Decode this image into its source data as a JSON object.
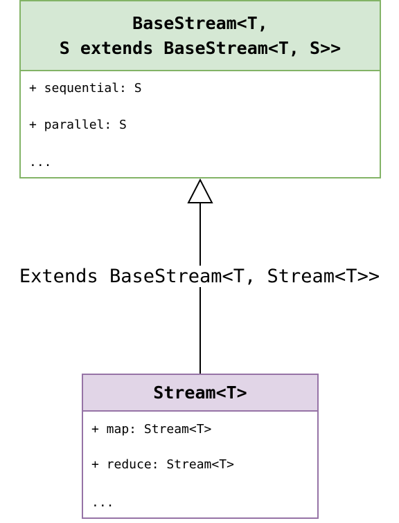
{
  "base_class": {
    "title_line1": "BaseStream<T,",
    "title_line2": "S extends BaseStream<T, S>>",
    "members": [
      "+ sequential: S",
      "+ parallel: S",
      "..."
    ],
    "fill_color": "#d5e8d4",
    "stroke_color": "#82b366"
  },
  "relation": {
    "label": "Extends BaseStream<T, Stream<T>>",
    "type": "generalization"
  },
  "stream_class": {
    "title": "Stream<T>",
    "members": [
      "+ map: Stream<T>",
      "+ reduce: Stream<T>",
      "..."
    ],
    "fill_color": "#e1d5e7",
    "stroke_color": "#9673a6"
  }
}
